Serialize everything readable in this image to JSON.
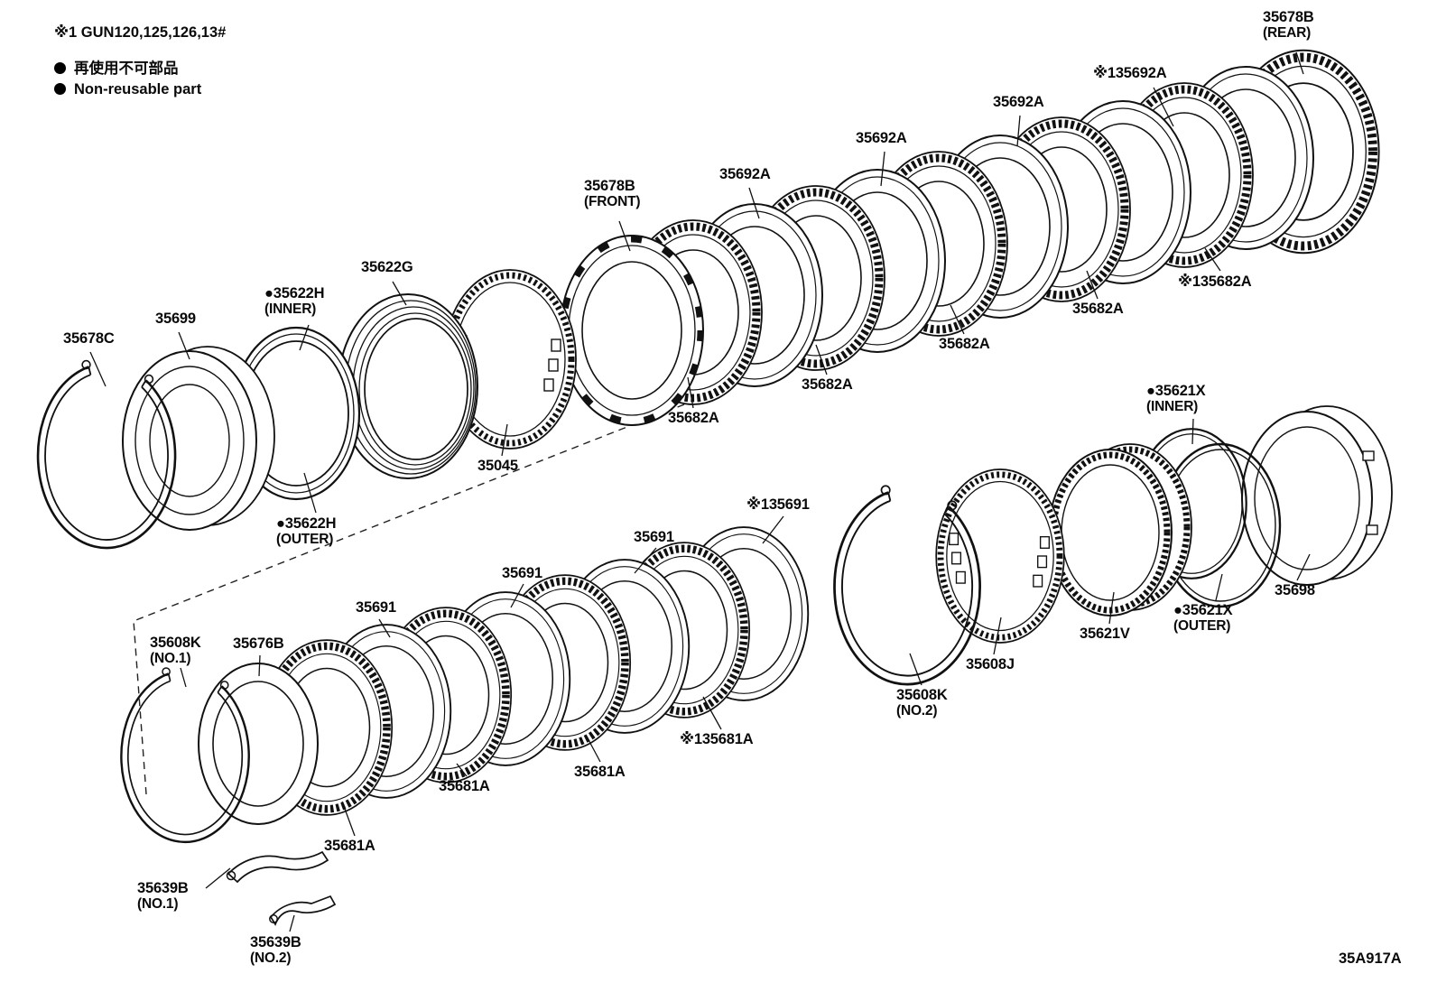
{
  "legend": {
    "note": "※1 GUN120,125,126,13#",
    "nonreusable_jp": "再使用不可部品",
    "nonreusable_en": "Non-reusable part"
  },
  "diagram_code": "35A917A",
  "parts": {
    "snap_ring_front": {
      "text": "35678C"
    },
    "drum_35699": {
      "text": "35699"
    },
    "seal_35622H_inner": {
      "text": "●35622H",
      "sub": "(INNER)"
    },
    "ring_35622G": {
      "text": "35622G"
    },
    "hub_35045": {
      "text": "35045"
    },
    "plate_35678B_front": {
      "text": "35678B",
      "sub": "(FRONT)"
    },
    "disc_35692A_1": {
      "text": "35692A"
    },
    "disc_35692A_2": {
      "text": "35692A"
    },
    "disc_35692A_3": {
      "text": "35692A"
    },
    "disc_35692A_4": {
      "text": "※135692A"
    },
    "plate_35678B_rear": {
      "text": "35678B",
      "sub": "(REAR)"
    },
    "plate_35682A_5": {
      "text": "※135682A"
    },
    "plate_35682A_4": {
      "text": "35682A"
    },
    "plate_35682A_3": {
      "text": "35682A"
    },
    "plate_35682A_2": {
      "text": "35682A"
    },
    "plate_35682A_1": {
      "text": "35682A"
    },
    "seal_35622H_outer": {
      "text": "●35622H",
      "sub": "(OUTER)"
    },
    "disc_35691_4": {
      "text": "※135691"
    },
    "disc_35691_3": {
      "text": "35691"
    },
    "disc_35691_2": {
      "text": "35691"
    },
    "disc_35691_1": {
      "text": "35691"
    },
    "snap_35608K_1": {
      "text": "35608K",
      "sub": "(NO.1)"
    },
    "plate_35676B": {
      "text": "35676B"
    },
    "seal_35621X_inner": {
      "text": "●35621X",
      "sub": "(INNER)"
    },
    "drum_35698": {
      "text": "35698"
    },
    "seal_35621X_outer": {
      "text": "●35621X",
      "sub": "(OUTER)"
    },
    "hub_35621V": {
      "text": "35621V"
    },
    "hub_35608J": {
      "text": "35608J"
    },
    "snap_35608K_2": {
      "text": "35608K",
      "sub": "(NO.2)"
    },
    "plate_35681A_4": {
      "text": "※135681A"
    },
    "plate_35681A_3": {
      "text": "35681A"
    },
    "plate_35681A_2": {
      "text": "35681A"
    },
    "plate_35681A_1": {
      "text": "35681A"
    },
    "band_35639B_1": {
      "text": "35639B",
      "sub": "(NO.1)"
    },
    "band_35639B_2": {
      "text": "35639B",
      "sub": "(NO.2)"
    }
  }
}
